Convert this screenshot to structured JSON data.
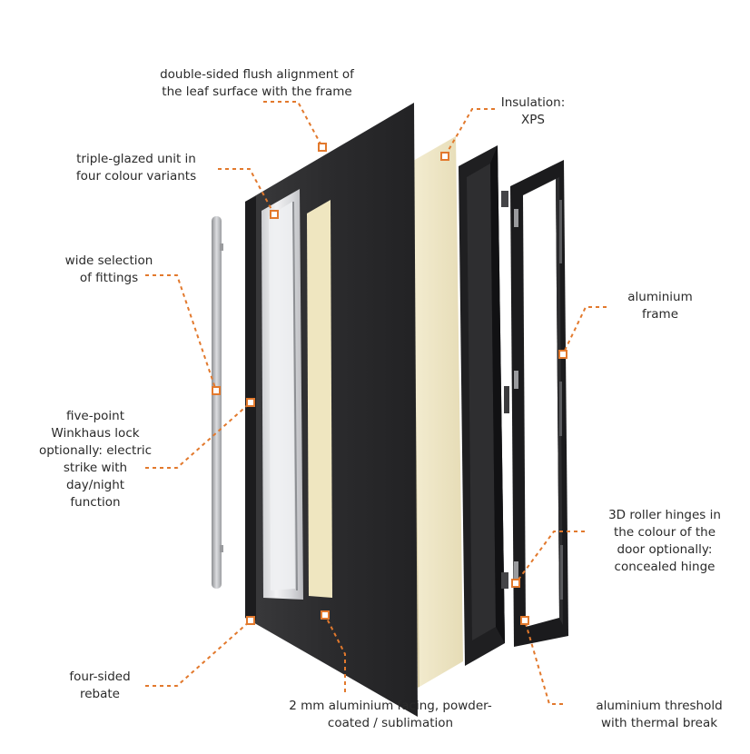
{
  "labels": {
    "flush_alignment": "double-sided flush alignment of\nthe leaf surface with the frame",
    "insulation": "Insulation:\nXPS",
    "triple_glazed": "triple-glazed unit in\nfour colour variants",
    "fittings": "wide selection\nof fittings",
    "aluminium_frame": "aluminium\nframe",
    "lock": "five-point\nWinkhaus lock\noptionally: electric\nstrike with\nday/night\nfunction",
    "hinges": "3D roller hinges in\nthe colour of the\ndoor optionally:\nconcealed hinge",
    "rebate": "four-sided\nrebate",
    "facing": "2 mm aluminium facing, powder-\ncoated / sublimation",
    "threshold": "aluminium threshold\nwith thermal break"
  },
  "colors": {
    "callout": "#e2792d",
    "door_panel": "#2c2c2e",
    "insulation": "#efe8c8",
    "frame": "#1d1d1f",
    "glass": "#dcdde0",
    "handle": "#b8babd",
    "text": "#2a2a2a"
  }
}
